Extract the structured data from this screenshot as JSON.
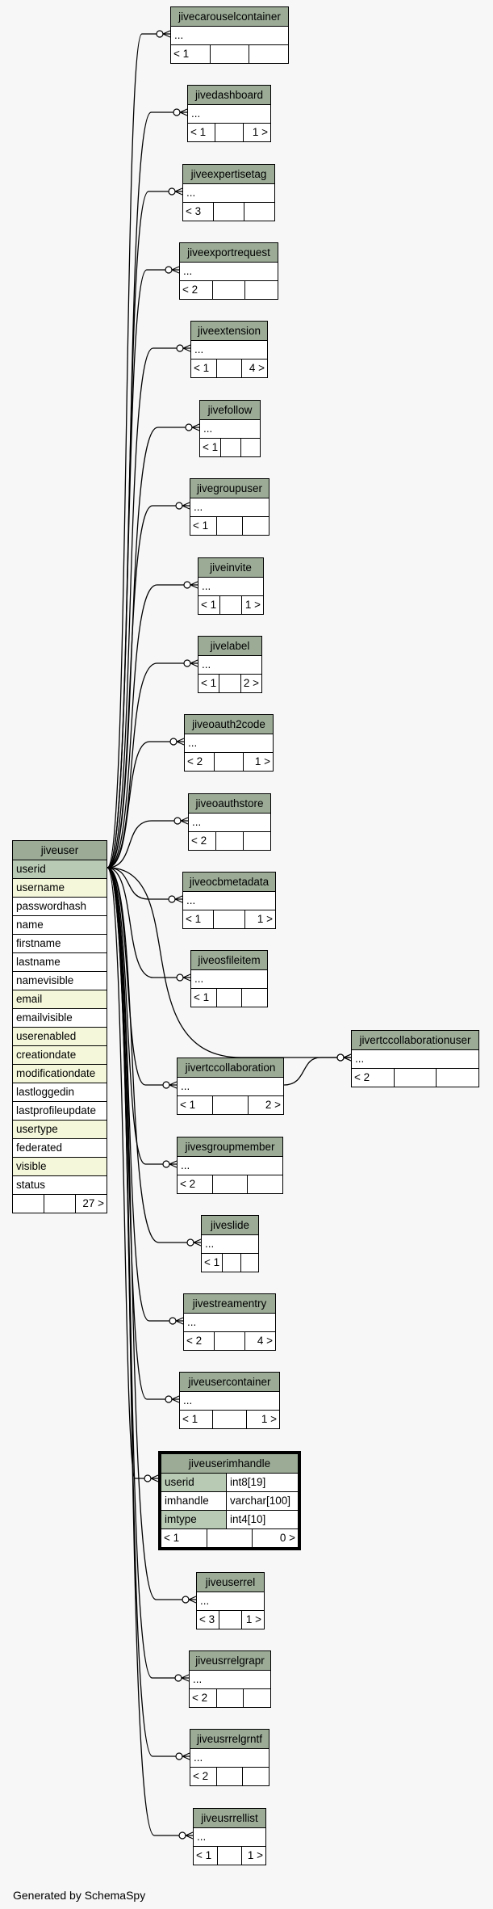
{
  "tables": {
    "jiveuser": {
      "name": "jiveuser",
      "columns": [
        "userid",
        "username",
        "passwordhash",
        "name",
        "firstname",
        "lastname",
        "namevisible",
        "email",
        "emailvisible",
        "userenabled",
        "creationdate",
        "modificationdate",
        "lastloggedin",
        "lastprofileupdate",
        "usertype",
        "federated",
        "visible",
        "status"
      ],
      "footer": [
        "",
        "",
        "27 >"
      ]
    },
    "jivecarouselcontainer": {
      "name": "jivecarouselcontainer",
      "row": "...",
      "footer": [
        "< 1",
        "",
        ""
      ]
    },
    "jivedashboard": {
      "name": "jivedashboard",
      "row": "...",
      "footer": [
        "< 1",
        "",
        "1 >"
      ]
    },
    "jiveexpertisetag": {
      "name": "jiveexpertisetag",
      "row": "...",
      "footer": [
        "< 3",
        "",
        ""
      ]
    },
    "jiveexportrequest": {
      "name": "jiveexportrequest",
      "row": "...",
      "footer": [
        "< 2",
        "",
        ""
      ]
    },
    "jiveextension": {
      "name": "jiveextension",
      "row": "...",
      "footer": [
        "< 1",
        "",
        "4 >"
      ]
    },
    "jivefollow": {
      "name": "jivefollow",
      "row": "...",
      "footer": [
        "< 1",
        "",
        ""
      ]
    },
    "jivegroupuser": {
      "name": "jivegroupuser",
      "row": "...",
      "footer": [
        "< 1",
        "",
        ""
      ]
    },
    "jiveinvite": {
      "name": "jiveinvite",
      "row": "...",
      "footer": [
        "< 1",
        "",
        "1 >"
      ]
    },
    "jivelabel": {
      "name": "jivelabel",
      "row": "...",
      "footer": [
        "< 1",
        "",
        "2 >"
      ]
    },
    "jiveoauth2code": {
      "name": "jiveoauth2code",
      "row": "...",
      "footer": [
        "< 2",
        "",
        "1 >"
      ]
    },
    "jiveoauthstore": {
      "name": "jiveoauthstore",
      "row": "...",
      "footer": [
        "< 2",
        "",
        ""
      ]
    },
    "jiveocbmetadata": {
      "name": "jiveocbmetadata",
      "row": "...",
      "footer": [
        "< 1",
        "",
        "1 >"
      ]
    },
    "jiveosfileitem": {
      "name": "jiveosfileitem",
      "row": "...",
      "footer": [
        "< 1",
        "",
        ""
      ]
    },
    "jivertccollaborationuser": {
      "name": "jivertccollaborationuser",
      "row": "...",
      "footer": [
        "< 2",
        "",
        ""
      ]
    },
    "jivertccollaboration": {
      "name": "jivertccollaboration",
      "row": "...",
      "footer": [
        "< 1",
        "",
        "2 >"
      ]
    },
    "jivesgroupmember": {
      "name": "jivesgroupmember",
      "row": "...",
      "footer": [
        "< 2",
        "",
        ""
      ]
    },
    "jiveslide": {
      "name": "jiveslide",
      "row": "...",
      "footer": [
        "< 1",
        "",
        ""
      ]
    },
    "jivestreamentry": {
      "name": "jivestreamentry",
      "row": "...",
      "footer": [
        "< 2",
        "",
        "4 >"
      ]
    },
    "jiveusercontainer": {
      "name": "jiveusercontainer",
      "row": "...",
      "footer": [
        "< 1",
        "",
        "1 >"
      ]
    },
    "jiveuserimhandle": {
      "name": "jiveuserimhandle",
      "columns": [
        {
          "name": "userid",
          "type": "int8[19]"
        },
        {
          "name": "imhandle",
          "type": "varchar[100]"
        },
        {
          "name": "imtype",
          "type": "int4[10]"
        }
      ],
      "footer": [
        "< 1",
        "",
        "0 >"
      ]
    },
    "jiveuserrel": {
      "name": "jiveuserrel",
      "row": "...",
      "footer": [
        "< 3",
        "",
        "1 >"
      ]
    },
    "jiveusrrelgrapr": {
      "name": "jiveusrrelgrapr",
      "row": "...",
      "footer": [
        "< 2",
        "",
        ""
      ]
    },
    "jiveusrrelgrntf": {
      "name": "jiveusrrelgrntf",
      "row": "...",
      "footer": [
        "< 2",
        "",
        ""
      ]
    },
    "jiveusrrellist": {
      "name": "jiveusrrellist",
      "row": "...",
      "footer": [
        "< 1",
        "",
        "1 >"
      ]
    }
  },
  "colors": {
    "header": "#9bab96",
    "primary_key": "#b8cab4",
    "indexed": "#f4f7da",
    "background": "#f7f7f7"
  },
  "footer_text": "Generated by SchemaSpy"
}
